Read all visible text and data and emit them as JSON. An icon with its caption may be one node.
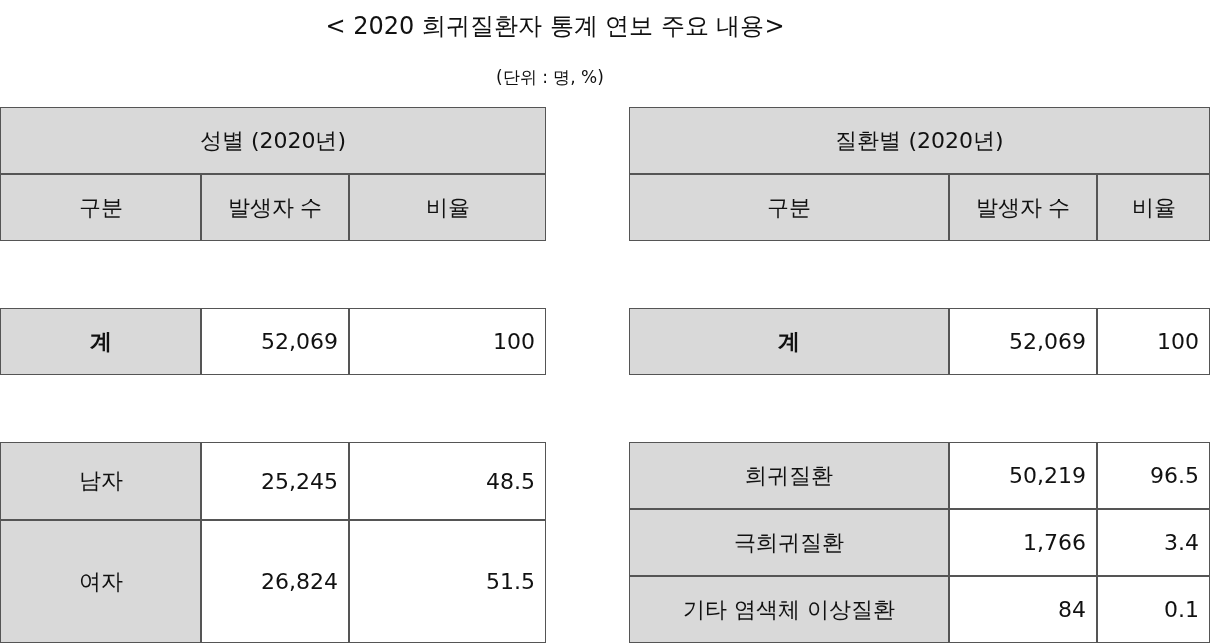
{
  "diagram": {
    "title": "< 2020 희귀질환자 통계 연보 주요 내용>",
    "labels": [
      "(단위 : 명, %)",
      "성별 (2020년)",
      "질환별 (2020년)",
      "구분",
      "발생자 수",
      "비율",
      "구분",
      "발생자 수",
      "비율",
      "계",
      "52,069",
      "100",
      "계",
      "52,069",
      "100",
      "남자",
      "25,245",
      "48.5",
      "희귀질환",
      "50,219",
      "96.5",
      "극희귀질환",
      "1,766",
      "3.4",
      "여자",
      "26,824",
      "51.5",
      "기타 염색체 이상질환",
      "84",
      "0.1"
    ]
  }
}
